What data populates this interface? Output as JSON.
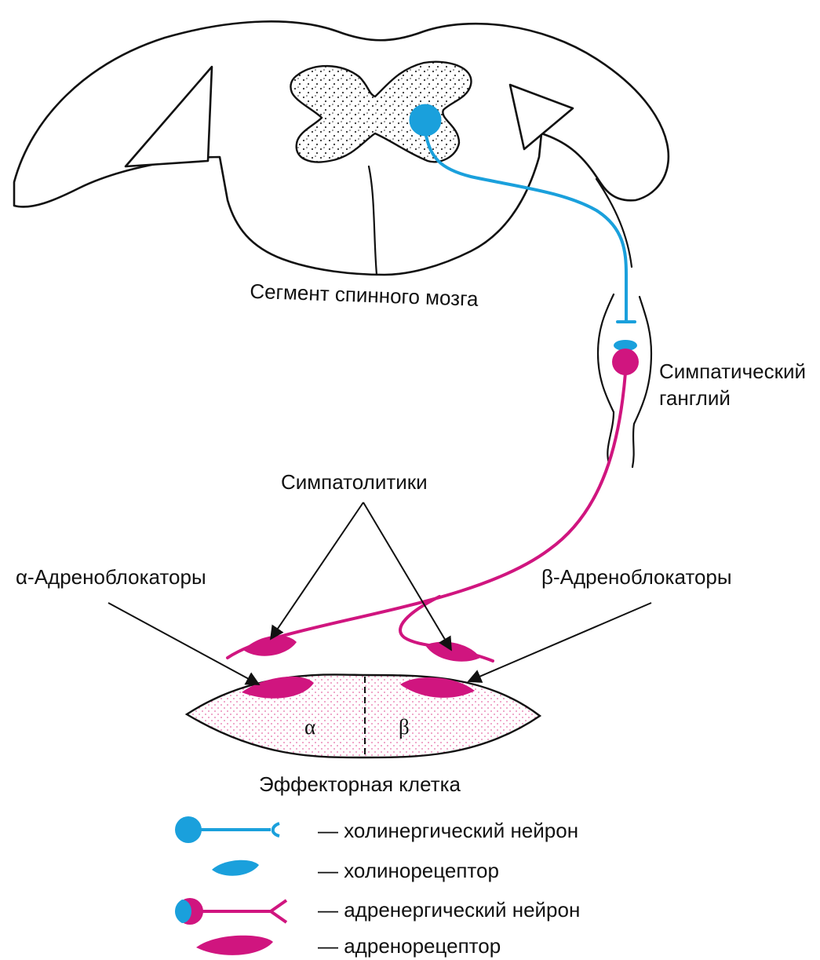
{
  "labels": {
    "spinal_segment": "Сегмент спинного мозга",
    "ganglion_line1": "Симпатический",
    "ganglion_line2": "ганглий",
    "sympatholytics": "Симпатолитики",
    "alpha_blockers": "α-Адреноблокаторы",
    "beta_blockers": "β-Адреноблокаторы",
    "alpha_receptor": "α",
    "beta_receptor": "β",
    "effector_cell": "Эффекторная клетка"
  },
  "legend": [
    {
      "symbol": "cholinergic-neuron",
      "text": "— холинергический нейрон"
    },
    {
      "symbol": "cholinoreceptor",
      "text": "— холинорецептор"
    },
    {
      "symbol": "adrenergic-neuron",
      "text": "— адренергический нейрон"
    },
    {
      "symbol": "adrenoreceptor",
      "text": "— адренорецептор"
    }
  ],
  "colors": {
    "cholinergic": "#1aa0dc",
    "adrenergic": "#d0157f",
    "cell_dots": "#e56aa5",
    "outline": "#111111"
  }
}
